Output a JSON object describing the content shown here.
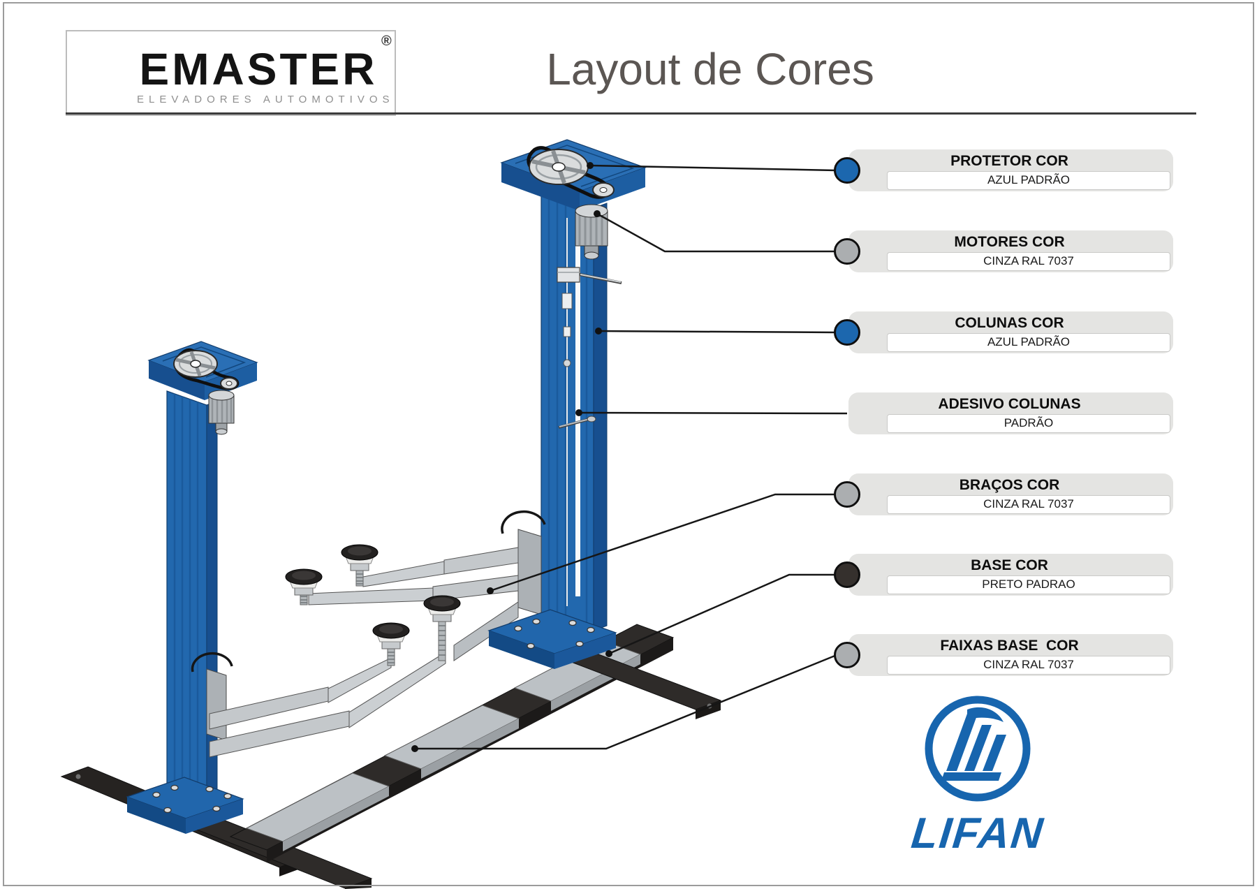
{
  "header": {
    "brand": "EMASTER",
    "registered": "®",
    "tagline": "ELEVADORES AUTOMOTIVOS",
    "title": "Layout de Cores"
  },
  "labels": [
    {
      "id": "protetor",
      "title": "PROTETOR COR",
      "value": "AZUL PADRÃO",
      "marker": "#1c67ae"
    },
    {
      "id": "motores",
      "title": "MOTORES COR",
      "value": "CINZA RAL 7037",
      "marker": "#abaeb0"
    },
    {
      "id": "colunas",
      "title": "COLUNAS COR",
      "value": "AZUL PADRÃO",
      "marker": "#1c67ae"
    },
    {
      "id": "adesivo-colunas",
      "title": "ADESIVO COLUNAS",
      "value": "PADRÃO",
      "marker": null
    },
    {
      "id": "bracos",
      "title": "BRAÇOS COR",
      "value": "CINZA RAL 7037",
      "marker": "#abaeb0"
    },
    {
      "id": "base",
      "title": "BASE COR",
      "value": "PRETO PADRAO",
      "marker": "#35302d"
    },
    {
      "id": "faixas-base",
      "title": "FAIXAS BASE  COR",
      "value": "CINZA RAL 7037",
      "marker": "#abaeb0"
    }
  ],
  "footer": {
    "lifan": "LIFAN"
  },
  "colors": {
    "column_blue": "#2268ae",
    "column_side_blue": "#174f8f",
    "machine_gray_light": "#c9cdd0",
    "machine_gray_mid": "#abb0b4",
    "base_black": "#2e2b29",
    "shield_red": "#b01f26",
    "lifan_blue": "#1765ae"
  }
}
